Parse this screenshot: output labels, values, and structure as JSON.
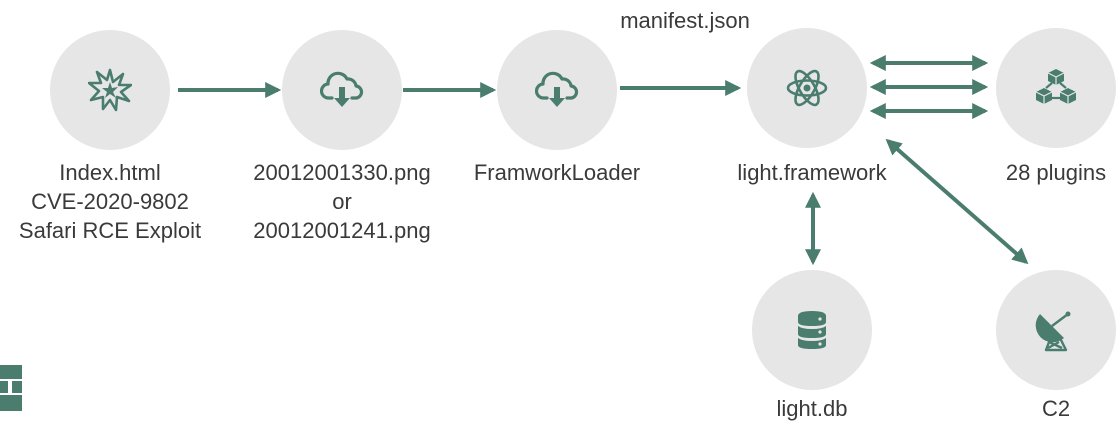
{
  "colors": {
    "accent": "#4a7d6e",
    "node_bg": "#e6e6e6",
    "text": "#3a3a3a"
  },
  "nodes": {
    "exploit": {
      "icon": "explosion-icon",
      "lines": [
        "Index.html",
        "CVE-2020-9802",
        "Safari RCE Exploit"
      ]
    },
    "png": {
      "icon": "cloud-download-icon",
      "lines": [
        "20012001330.png",
        "or",
        "20012001241.png"
      ]
    },
    "loader": {
      "icon": "cloud-download-icon",
      "lines": [
        "FramworkLoader"
      ]
    },
    "framework": {
      "icon": "atom-icon",
      "lines": [
        "light.framework"
      ]
    },
    "plugins": {
      "icon": "cubes-icon",
      "lines": [
        "28 plugins"
      ]
    },
    "db": {
      "icon": "database-icon",
      "lines": [
        "light.db"
      ]
    },
    "c2": {
      "icon": "satellite-dish-icon",
      "lines": [
        "C2"
      ]
    }
  },
  "edge_labels": {
    "loader_to_framework": "manifest.json"
  }
}
